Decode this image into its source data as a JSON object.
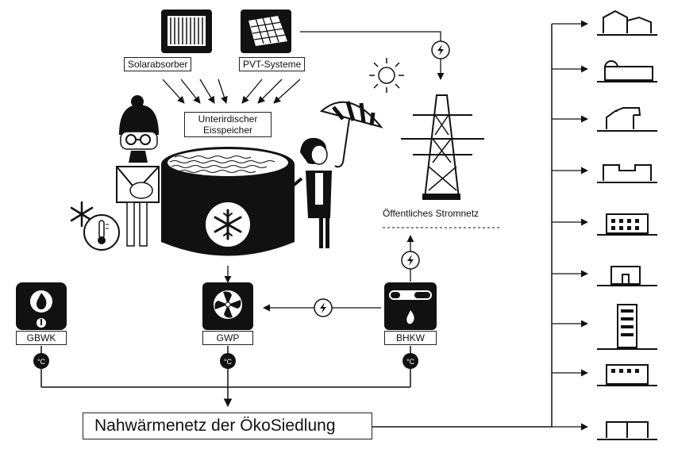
{
  "labels": {
    "solarabsorber": "Solarabsorber",
    "pvt": "PVT-Systeme",
    "speicher_line1": "Unterirdischer",
    "speicher_line2": "Eisspeicher",
    "stromnetz": "Öffentliches Stromnetz",
    "gbwk": "GBWK",
    "gwp": "GWP",
    "bhkw": "BHKW",
    "nahwaerme": "Nahwärmenetz der ÖkoSiedlung",
    "celsius": "°C"
  },
  "icons": [
    "solar-absorber-icon",
    "pvt-panel-icon",
    "sun-icon",
    "power-pylon-icon",
    "snowflake-icon",
    "thermometer-icon",
    "lightning-icon",
    "flame-icon",
    "fan-icon",
    "building-icon",
    "man-winter-figure",
    "woman-umbrella-figure"
  ],
  "colors": {
    "ink": "#111111",
    "paper": "#ffffff"
  }
}
